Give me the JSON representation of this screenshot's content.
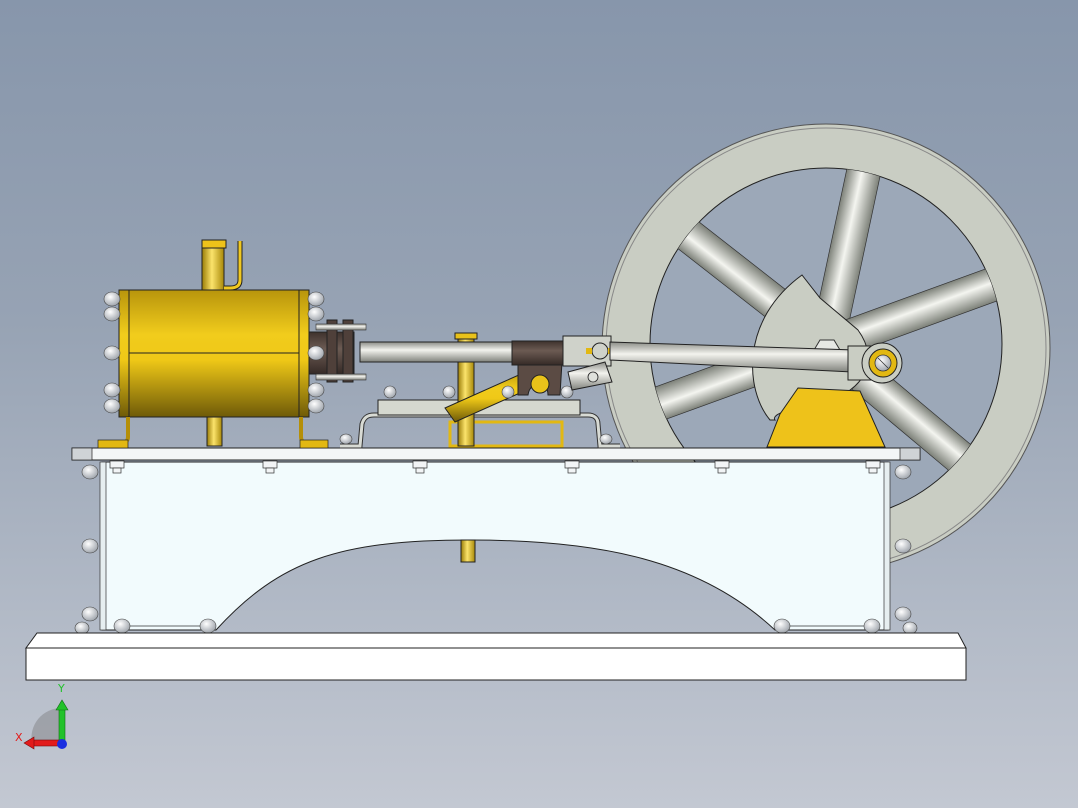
{
  "viewport": {
    "background_top": "#8796ab",
    "background_bottom": "#c3c8d2"
  },
  "model": {
    "name": "horizontal steam engine",
    "parts": [
      "cylinder",
      "steam-inlet-pipe",
      "exhaust-pipe",
      "gland",
      "piston-rod",
      "crosshead",
      "crosshead-guide",
      "connecting-rod",
      "crank",
      "main-bearing",
      "flywheel",
      "bed-plate",
      "frame",
      "base-board",
      "eccentric-rod"
    ],
    "colors": {
      "brass": "#e8c21a",
      "steel": "#c8ccc4",
      "bronze": "#5a4a44",
      "frame": "#f2fbfd",
      "base": "#ffffff"
    }
  },
  "triad": {
    "x_label": "X",
    "y_label": "Y",
    "x_color": "#e21b1b",
    "y_color": "#22c22a",
    "z_color": "#1a2ee0"
  }
}
